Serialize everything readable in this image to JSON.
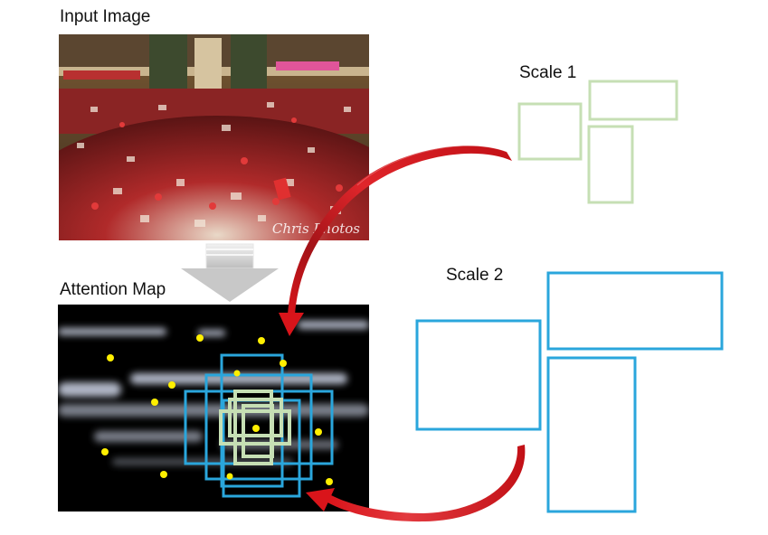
{
  "labels": {
    "input_image": "Input Image",
    "attention_map": "Attention Map",
    "scale1": "Scale 1",
    "scale2": "Scale 2"
  },
  "watermark": "Chris Photos",
  "colors": {
    "scale1_box": "#c6dfb4",
    "scale2_box": "#2aa6dc",
    "arrow_red": "#d9141a",
    "head_point": "#ffef00",
    "down_arrow": "#c8c8c8"
  }
}
